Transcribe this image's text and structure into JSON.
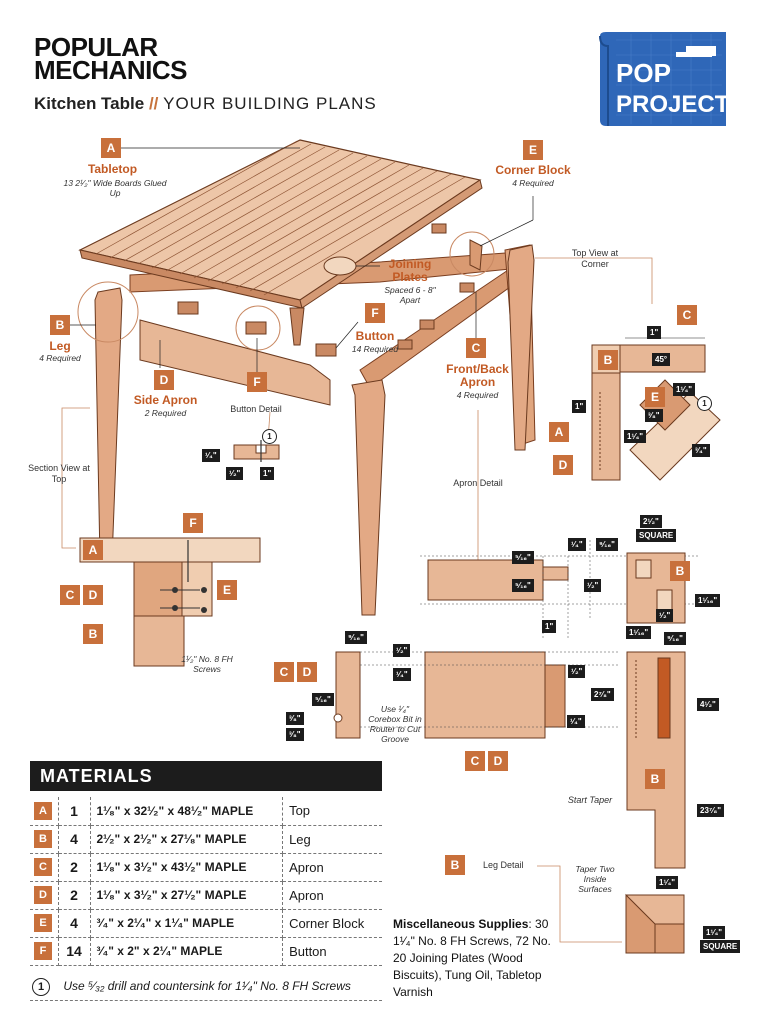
{
  "header": {
    "brand_line1": "POPULAR",
    "brand_line2": "MECHANICS",
    "title": "Kitchen Table",
    "separator": "//",
    "title_suffix": "YOUR BUILDING PLANS",
    "logo_line1": "POP",
    "logo_line2": "PROJECTS"
  },
  "parts": {
    "A": {
      "tag": "A",
      "name": "Tabletop",
      "note": "13 2¹⁄₂\" Wide Boards Glued Up"
    },
    "B": {
      "tag": "B",
      "name": "Leg",
      "note": "4 Required"
    },
    "C": {
      "tag": "C",
      "name": "Front/Back Apron",
      "note": "4 Required"
    },
    "D": {
      "tag": "D",
      "name": "Side Apron",
      "note": "2 Required"
    },
    "E": {
      "tag": "E",
      "name": "Corner Block",
      "note": "4 Required"
    },
    "F": {
      "tag": "F",
      "name": "Button",
      "note": "14 Required"
    }
  },
  "callouts": {
    "joining_plates_name": "Joining Plates",
    "joining_plates_note": "Spaced 6 - 8\" Apart",
    "top_view": "Top View at Corner",
    "button_detail": "Button Detail",
    "section_view": "Section View at Top",
    "apron_detail": "Apron Detail",
    "screws": "1¹⁄₂\" No. 8 FH Screws",
    "corebox": "Use ¹⁄₄\" Corebox Bit in Router to Cut Groove",
    "start_taper": "Start Taper",
    "taper": "Taper Two Inside Surfaces",
    "leg_detail": "Leg Detail",
    "circled_number": "1"
  },
  "dims": {
    "d1": "1\"",
    "d45": "45°",
    "d114a": "1¹⁄₄\"",
    "d38a": "³⁄₈\"",
    "d114b": "1¹⁄₄\"",
    "d34": "³⁄₄\"",
    "d1b": "1\"",
    "bt14": "¹⁄₄\"",
    "bt12": "¹⁄₂\"",
    "bt1": "1\"",
    "ap516a": "⁵⁄₁₆\"",
    "ap516b": "⁵⁄₁₆\"",
    "ap14": "¹⁄₄\"",
    "ap916": "⁹⁄₁₆\"",
    "ap12a": "¹⁄₂\"",
    "ap1": "1\"",
    "sq212": "2¹⁄₂\"",
    "square1": "SQUARE",
    "ap12b": "¹⁄₂\"",
    "ap1116a": "1¹⁄₁₆\"",
    "ap1116b": "1¹⁄₁₆\"",
    "ap916b": "⁹⁄₁₆\"",
    "cd916": "⁹⁄₁₆\"",
    "cd12": "¹⁄₂\"",
    "cd14": "¹⁄₄\"",
    "cd516": "⁵⁄₁₆\"",
    "cd38a": "³⁄₈\"",
    "cd38b": "³⁄₈\"",
    "ap12c": "¹⁄₂\"",
    "ap278": "2⁷⁄₈\"",
    "ap14b": "¹⁄₄\"",
    "lg412": "4¹⁄₂\"",
    "lg2378": "23⁷⁄₈\"",
    "lg114": "1¹⁄₄\"",
    "lg114sq": "1¹⁄₄\"",
    "square2": "SQUARE"
  },
  "materials": {
    "heading": "MATERIALS",
    "rows": [
      {
        "key": "A",
        "qty": "1",
        "desc": "1¹⁄₈\" x 32¹⁄₂\" x 48¹⁄₂\" MAPLE",
        "part": "Top"
      },
      {
        "key": "B",
        "qty": "4",
        "desc": "2¹⁄₂\" x 2¹⁄₂\" x 27¹⁄₈\" MAPLE",
        "part": "Leg"
      },
      {
        "key": "C",
        "qty": "2",
        "desc": "1¹⁄₈\" x 3¹⁄₂\" x 43¹⁄₂\" MAPLE",
        "part": "Apron"
      },
      {
        "key": "D",
        "qty": "2",
        "desc": "1¹⁄₈\" x 3¹⁄₂\" x 27¹⁄₂\" MAPLE",
        "part": "Apron"
      },
      {
        "key": "E",
        "qty": "4",
        "desc": "³⁄₄\" x 2¹⁄₄\" x 1¹⁄₄\" MAPLE",
        "part": "Corner Block"
      },
      {
        "key": "F",
        "qty": "14",
        "desc": "³⁄₄\" x 2\" x 2¹⁄₄\" MAPLE",
        "part": "Button"
      }
    ],
    "note_num": "1",
    "note": "Use ⁵⁄₃₂ drill and countersink for 1¹⁄₄\" No. 8 FH Screws"
  },
  "misc": {
    "label": "Miscellaneous Supplies",
    "text": "30 1¹⁄₄\" No. 8 FH Screws, 72 No. 20 Joining Plates (Wood Biscuits), Tung Oil, Tabletop Varnish"
  },
  "colors": {
    "tag": "#c8703b",
    "wood": "#e7b796",
    "wood_dark": "#c98963",
    "accent": "#c25a24",
    "logo_blue": "#2f67b8"
  }
}
